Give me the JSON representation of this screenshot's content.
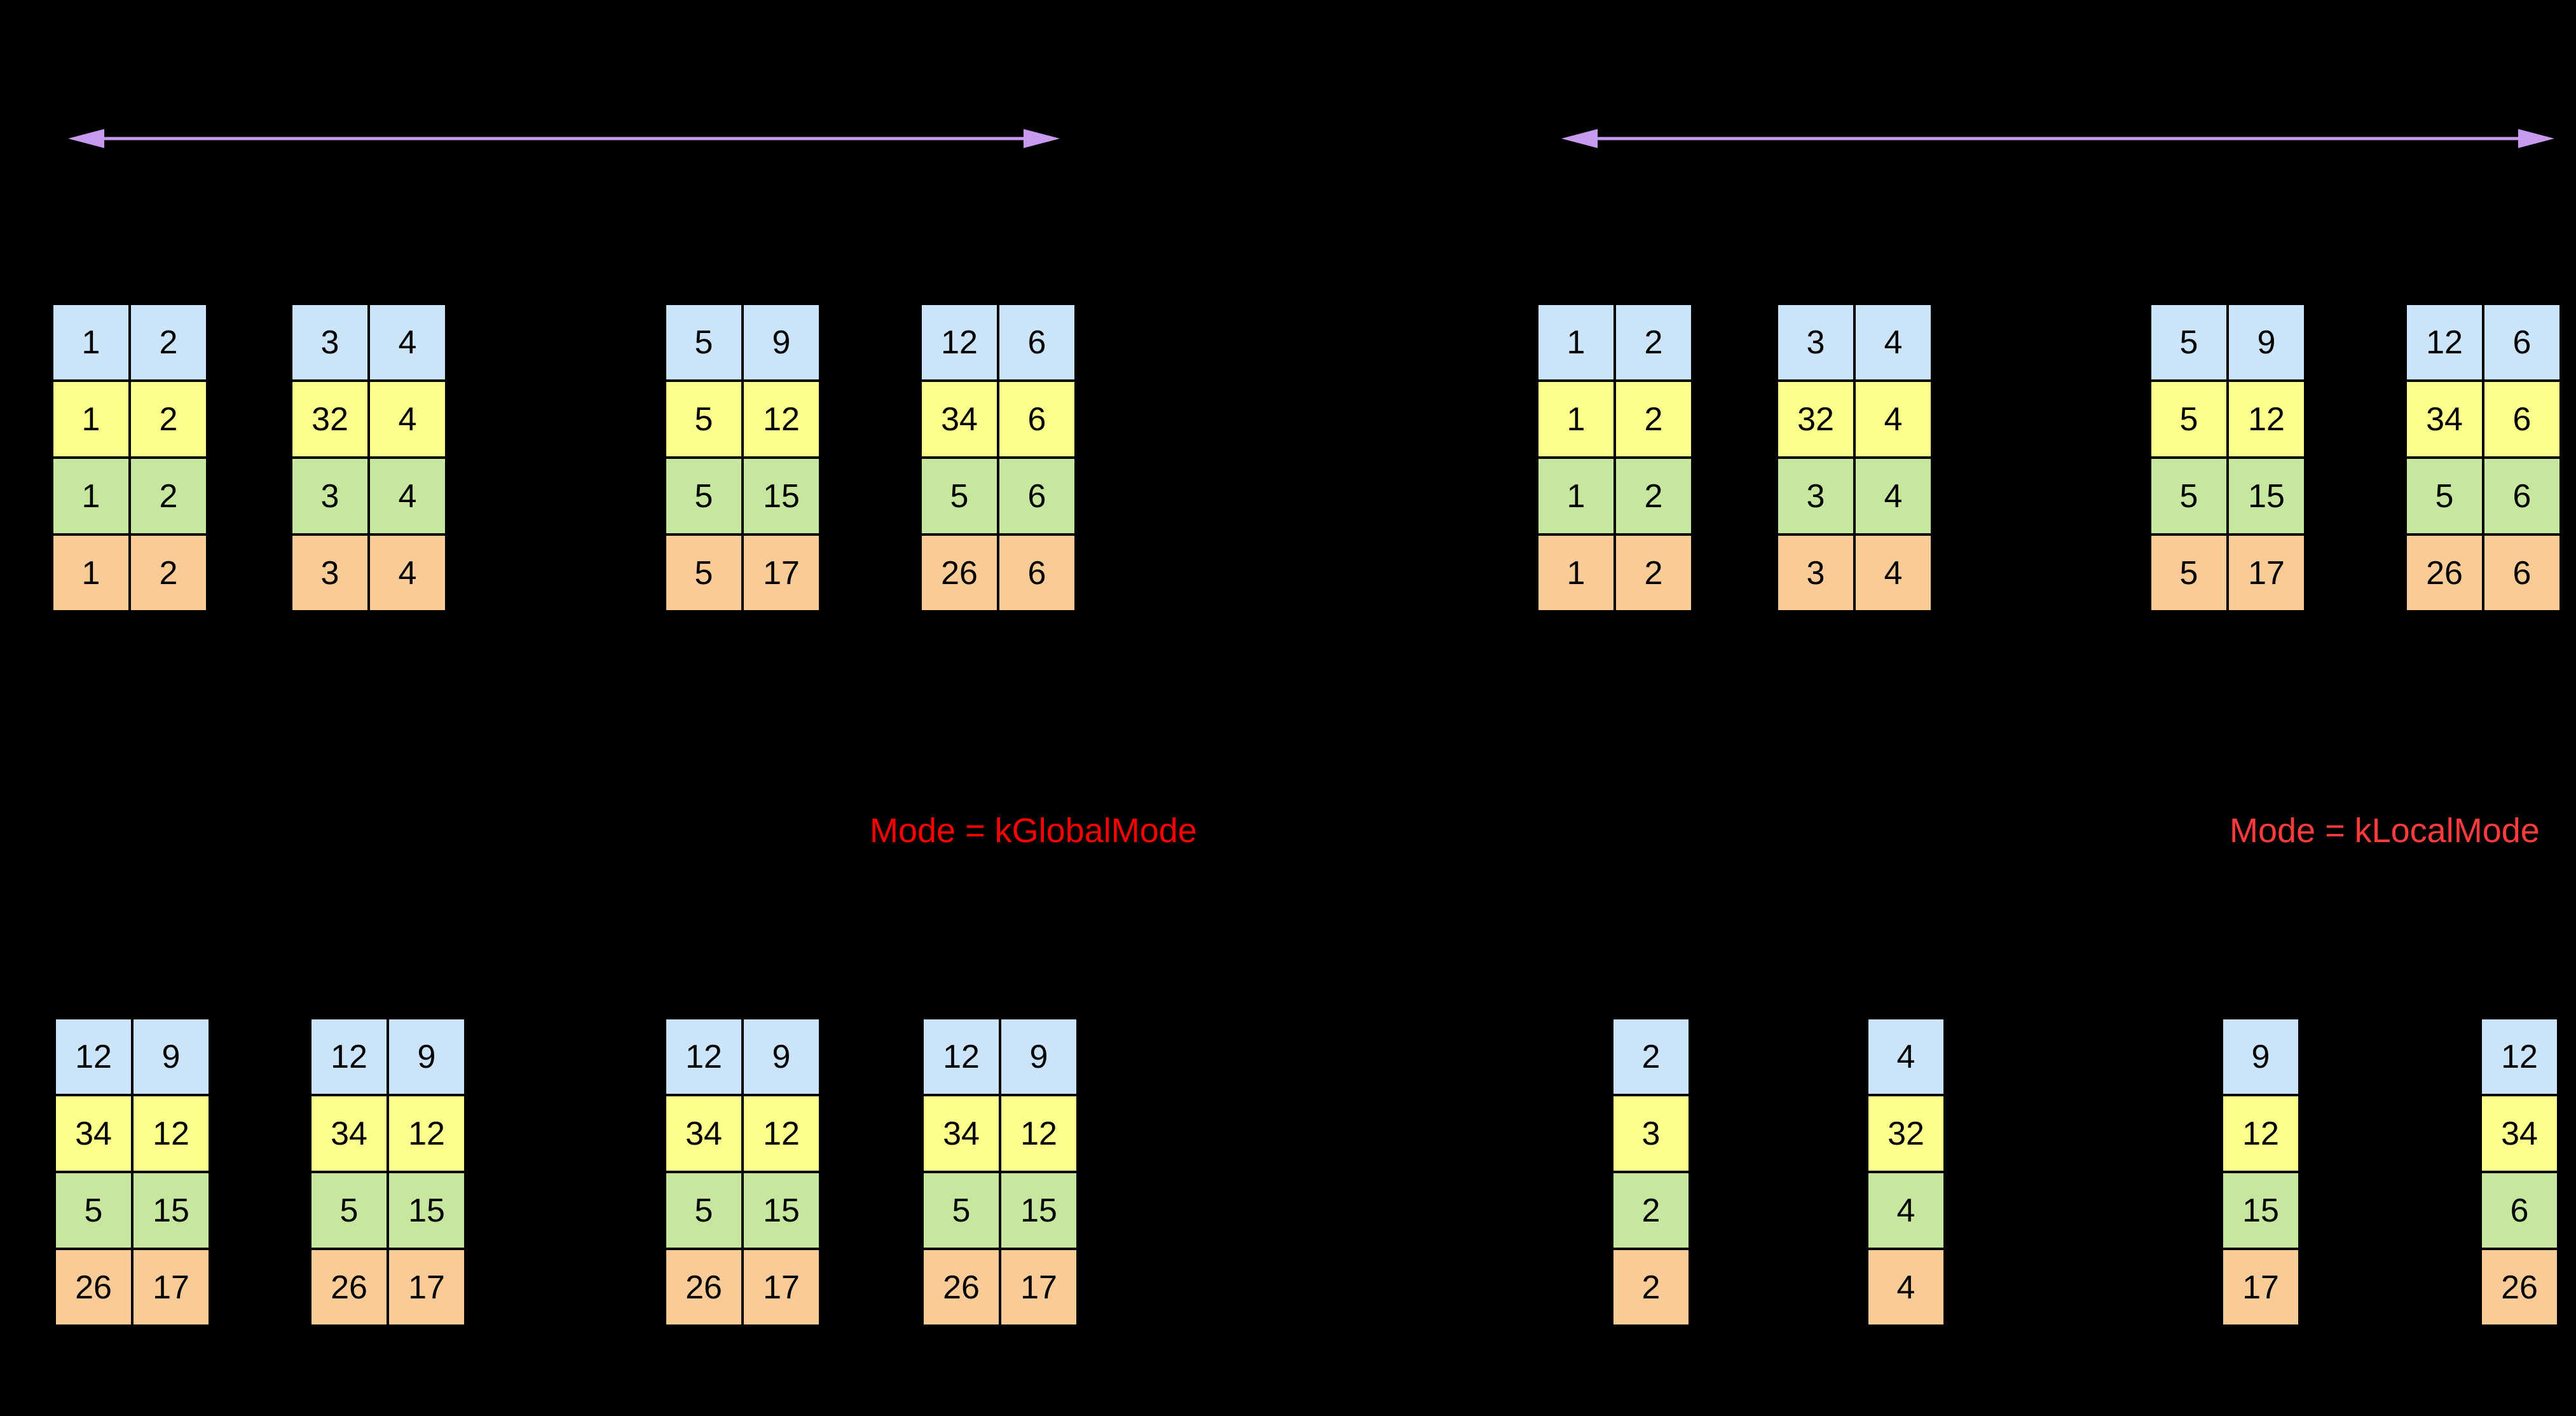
{
  "colors": {
    "background": "#000000",
    "arrow": "#C79AEF",
    "row_colors": [
      "#CCE4F9",
      "#FDFF8D",
      "#C7E79E",
      "#F9CB97"
    ],
    "global_label_color": "#FF0000",
    "local_label_color": "#FF3B3B",
    "cell_text_color": "#000000"
  },
  "left_panel": {
    "mode_label": "Mode = kGlobalMode",
    "input_tables": [
      {
        "rows": [
          [
            "1",
            "2"
          ],
          [
            "1",
            "2"
          ],
          [
            "1",
            "2"
          ],
          [
            "1",
            "2"
          ]
        ]
      },
      {
        "rows": [
          [
            "3",
            "4"
          ],
          [
            "32",
            "4"
          ],
          [
            "3",
            "4"
          ],
          [
            "3",
            "4"
          ]
        ]
      },
      {
        "rows": [
          [
            "5",
            "9"
          ],
          [
            "5",
            "12"
          ],
          [
            "5",
            "15"
          ],
          [
            "5",
            "17"
          ]
        ]
      },
      {
        "rows": [
          [
            "12",
            "6"
          ],
          [
            "34",
            "6"
          ],
          [
            "5",
            "6"
          ],
          [
            "26",
            "6"
          ]
        ]
      }
    ],
    "output_tables": [
      {
        "rows": [
          [
            "12",
            "9"
          ],
          [
            "34",
            "12"
          ],
          [
            "5",
            "15"
          ],
          [
            "26",
            "17"
          ]
        ]
      },
      {
        "rows": [
          [
            "12",
            "9"
          ],
          [
            "34",
            "12"
          ],
          [
            "5",
            "15"
          ],
          [
            "26",
            "17"
          ]
        ]
      },
      {
        "rows": [
          [
            "12",
            "9"
          ],
          [
            "34",
            "12"
          ],
          [
            "5",
            "15"
          ],
          [
            "26",
            "17"
          ]
        ]
      },
      {
        "rows": [
          [
            "12",
            "9"
          ],
          [
            "34",
            "12"
          ],
          [
            "5",
            "15"
          ],
          [
            "26",
            "17"
          ]
        ]
      }
    ]
  },
  "right_panel": {
    "mode_label": "Mode = kLocalMode",
    "input_tables": [
      {
        "rows": [
          [
            "1",
            "2"
          ],
          [
            "1",
            "2"
          ],
          [
            "1",
            "2"
          ],
          [
            "1",
            "2"
          ]
        ]
      },
      {
        "rows": [
          [
            "3",
            "4"
          ],
          [
            "32",
            "4"
          ],
          [
            "3",
            "4"
          ],
          [
            "3",
            "4"
          ]
        ]
      },
      {
        "rows": [
          [
            "5",
            "9"
          ],
          [
            "5",
            "12"
          ],
          [
            "5",
            "15"
          ],
          [
            "5",
            "17"
          ]
        ]
      },
      {
        "rows": [
          [
            "12",
            "6"
          ],
          [
            "34",
            "6"
          ],
          [
            "5",
            "6"
          ],
          [
            "26",
            "6"
          ]
        ]
      }
    ],
    "output_tables": [
      {
        "rows": [
          [
            "2"
          ],
          [
            "3"
          ],
          [
            "2"
          ],
          [
            "2"
          ]
        ]
      },
      {
        "rows": [
          [
            "4"
          ],
          [
            "32"
          ],
          [
            "4"
          ],
          [
            "4"
          ]
        ]
      },
      {
        "rows": [
          [
            "9"
          ],
          [
            "12"
          ],
          [
            "15"
          ],
          [
            "17"
          ]
        ]
      },
      {
        "rows": [
          [
            "12"
          ],
          [
            "34"
          ],
          [
            "6"
          ],
          [
            "26"
          ]
        ]
      }
    ]
  }
}
